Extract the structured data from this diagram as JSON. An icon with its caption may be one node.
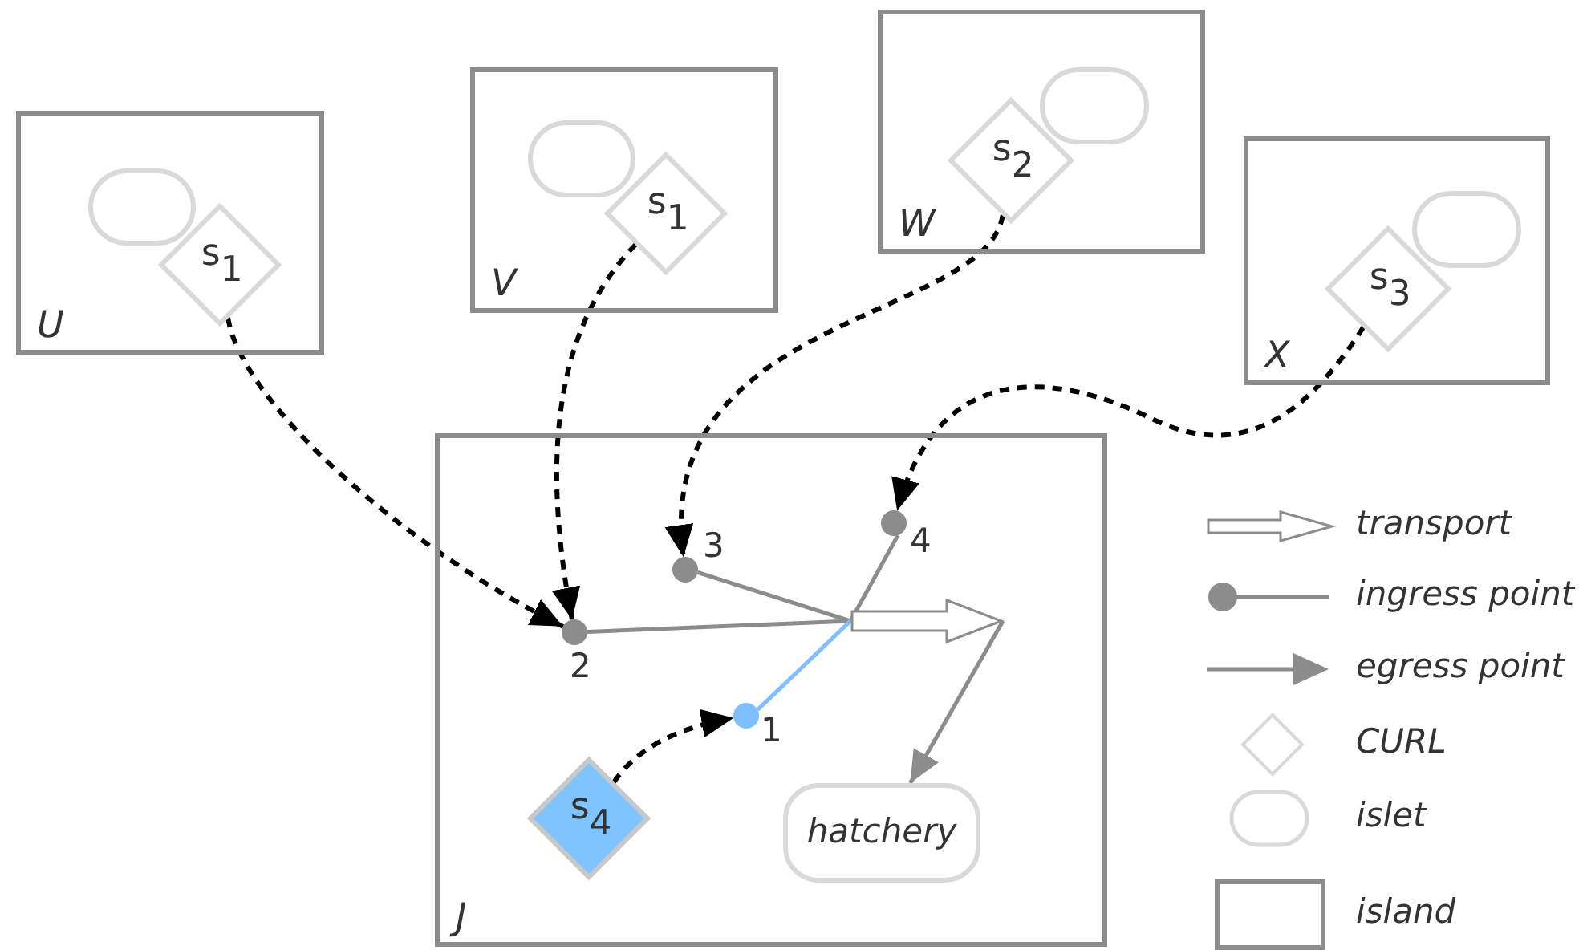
{
  "diagram": {
    "nodes": [
      {
        "text": [
          "U"
        ]
      },
      {
        "text": [],
        "shape": "oval",
        "in": 0
      },
      {
        "text": [
          "s$_{1}$"
        ],
        "in": 0
      },
      {
        "text": [
          "V"
        ]
      },
      {
        "text": [],
        "shape": "oval",
        "in": 3
      },
      {
        "text": [
          "s$_{1}$"
        ],
        "in": 3
      },
      {
        "text": [
          "W"
        ]
      },
      {
        "text": [],
        "shape": "oval",
        "in": 6
      },
      {
        "text": [
          "s$_{2}$"
        ],
        "in": 6
      },
      {
        "text": [
          "X"
        ]
      },
      {
        "text": [],
        "shape": "oval",
        "in": 9
      },
      {
        "text": [
          "s$_{3}$"
        ],
        "in": 9
      },
      {
        "text": [
          "J"
        ]
      },
      {
        "text": [],
        "shape": "circle",
        "in": 12,
        "beside": [
          "3"
        ]
      },
      {
        "text": [],
        "shape": "circle",
        "in": 12,
        "beside": [
          "4"
        ]
      },
      {
        "text": [],
        "shape": "circle",
        "in": 12,
        "beside": [
          "2"
        ]
      },
      {
        "text": [],
        "shape": "arrow",
        "in": 12
      },
      {
        "text": [],
        "shape": "circle",
        "in": 12,
        "beside": [
          "1"
        ]
      },
      {
        "text": [
          "s$_{4}$"
        ],
        "in": 12
      },
      {
        "text": [
          "hatchery"
        ],
        "in": 12
      }
    ],
    "edges": [
      {
        "from": 2,
        "to": 15,
        "arrow": "to",
        "style": "dashed"
      },
      {
        "from": 5,
        "to": 15,
        "arrow": "to",
        "style": "dashed"
      },
      {
        "from": 8,
        "to": 13,
        "arrow": "to",
        "style": "dashed"
      },
      {
        "from": 11,
        "to": 14,
        "arrow": "to",
        "style": "dashed"
      },
      {
        "from": 18,
        "to": 17,
        "arrow": "to",
        "style": "dashed"
      },
      {
        "from": 15,
        "to": 16,
        "arrow": "none",
        "color": "#8c8c8c"
      },
      {
        "from": 13,
        "to": 16,
        "arrow": "none",
        "color": "#8c8c8c"
      },
      {
        "from": 14,
        "to": 16,
        "arrow": "none",
        "color": "#8c8c8c"
      },
      {
        "from": 17,
        "to": 16,
        "arrow": "none",
        "color": "#80bfff"
      },
      {
        "from": 16,
        "to": 19,
        "arrow": "to",
        "color": "#8c8c8c"
      }
    ],
    "legend": [
      {
        "text": "transport"
      },
      {
        "text": "ingress point"
      },
      {
        "text": "egress point"
      },
      {
        "text": "CURL"
      },
      {
        "text": "islet"
      },
      {
        "text": "island"
      }
    ]
  }
}
